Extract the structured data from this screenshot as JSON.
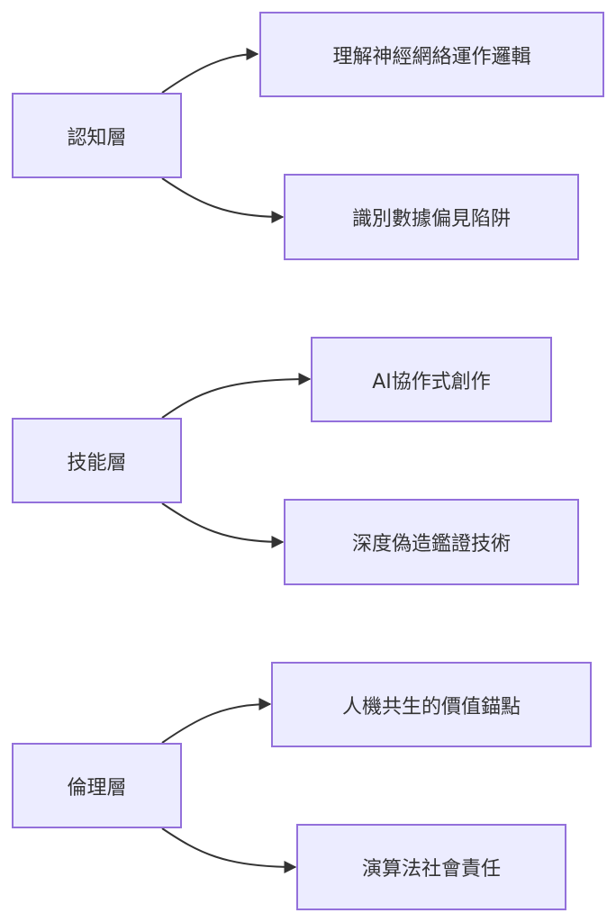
{
  "diagram": {
    "type": "flowchart-LR",
    "colors": {
      "node_fill": "#ececff",
      "node_stroke": "#9370db",
      "edge": "#333333",
      "text": "#333333"
    },
    "groups": [
      {
        "parent": "認知層",
        "children": [
          "理解神經網絡運作邏輯",
          "識別數據偏見陷阱"
        ]
      },
      {
        "parent": "技能層",
        "children": [
          "AI協作式創作",
          "深度偽造鑑證技術"
        ]
      },
      {
        "parent": "倫理層",
        "children": [
          "人機共生的價值錨點",
          "演算法社會責任"
        ]
      }
    ]
  }
}
